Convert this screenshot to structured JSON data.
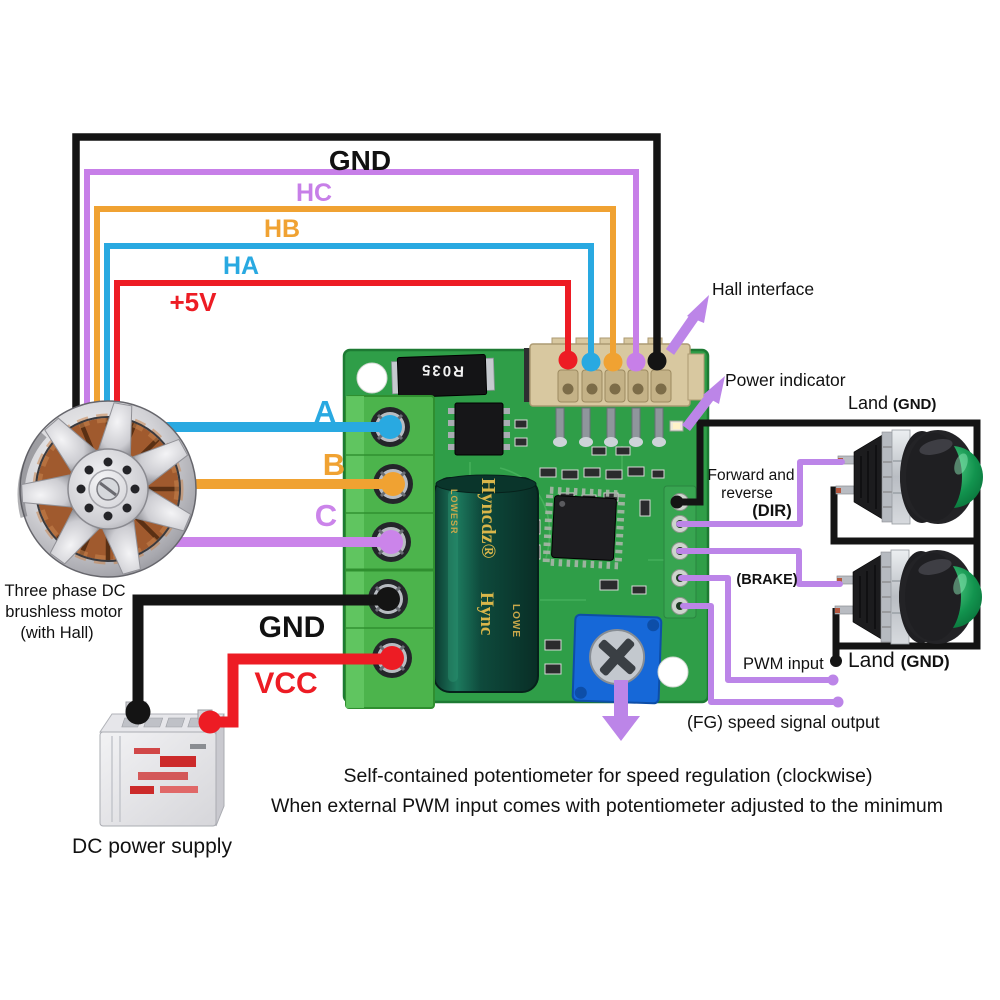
{
  "title": "Brushless DC motor controller wiring diagram",
  "hall_loop": {
    "gnd": "GND",
    "hc": "HC",
    "hb": "HB",
    "ha": "HA",
    "v5": "+5V"
  },
  "phase": {
    "a": "A",
    "b": "B",
    "c": "C"
  },
  "power": {
    "gnd": "GND",
    "vcc": "VCC"
  },
  "motor": {
    "caption1": "Three phase DC",
    "caption2": "brushless motor",
    "caption3": "(with Hall)"
  },
  "battery": {
    "caption": "DC power supply"
  },
  "board": {
    "shunt": "R035",
    "cap_brand": "Hyncdz®",
    "cap_brand_2": "Hync",
    "cap_side": "LOWESR",
    "cap_side_2": "LOWE"
  },
  "annotations": {
    "hall_interface": "Hall interface",
    "power_indicator": "Power indicator",
    "land_top_word": "Land ",
    "land_top_paren": "(GND)",
    "forward_1": "Forward and",
    "forward_2": "reverse",
    "dir": "(DIR)",
    "brake": "(BRAKE)",
    "pwm": "PWM input",
    "land_bottom_word": "Land ",
    "land_bottom_paren": "(GND)",
    "fg": "(FG) speed signal output",
    "note1": "Self-contained potentiometer for speed regulation (clockwise)",
    "note2": "When external PWM input comes with potentiometer adjusted to the minimum"
  },
  "colors": {
    "wire_black": "#141414",
    "wire_purple": "#c77fe8",
    "wire_orange": "#f0a232",
    "wire_blue": "#29a9e1",
    "wire_red": "#ed1c24",
    "annotation_purple": "#bc85e8",
    "pcb_green": "#2f9e48",
    "terminal_green": "#4cb44c",
    "connector_tan": "#d8c8a0",
    "button_green": "#18a356"
  }
}
